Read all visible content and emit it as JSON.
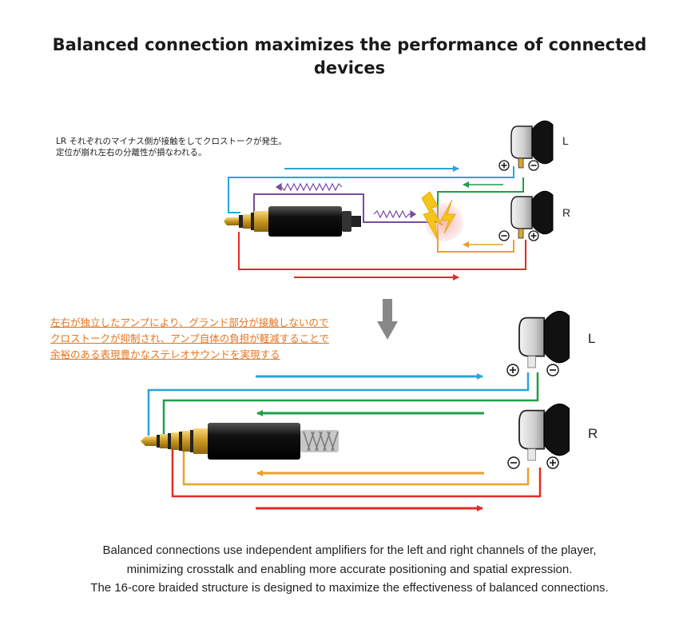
{
  "title": "Balanced connection maximizes the performance of connected devices",
  "top_diagram": {
    "note_lines": [
      "LR それぞれのマイナス側が接触をしてクロストークが発生。",
      "定位が崩れ左右の分離性が損なわれる。"
    ],
    "label_left": "L",
    "label_right": "R"
  },
  "bottom_diagram": {
    "note_lines": [
      "左右が独立したアンプにより、グランド部分が接触しないので",
      "クロストークが抑制され、アンプ自体の負担が軽減することで",
      "余裕のある表現豊かなステレオサウンドを実現する"
    ],
    "label_left": "L",
    "label_right": "R"
  },
  "description_lines": [
    "Balanced connections use independent amplifiers for the left and right channels of the player,",
    "minimizing crosstalk and enabling more accurate positioning and spatial expression.",
    "The 16-core braided structure is designed to maximize the effectiveness of balanced connections."
  ],
  "colors": {
    "blue": "#2aa3dd",
    "green": "#1f9e48",
    "red": "#e52a25",
    "orange": "#e9a12a",
    "purple": "#7a4aa0",
    "annotation": "#e8731c",
    "arrow_gray": "#888888"
  },
  "icons": [
    "plus-icon",
    "minus-icon",
    "down-arrow-icon",
    "lightning-icon",
    "earphone-icon",
    "audio-plug-icon"
  ]
}
